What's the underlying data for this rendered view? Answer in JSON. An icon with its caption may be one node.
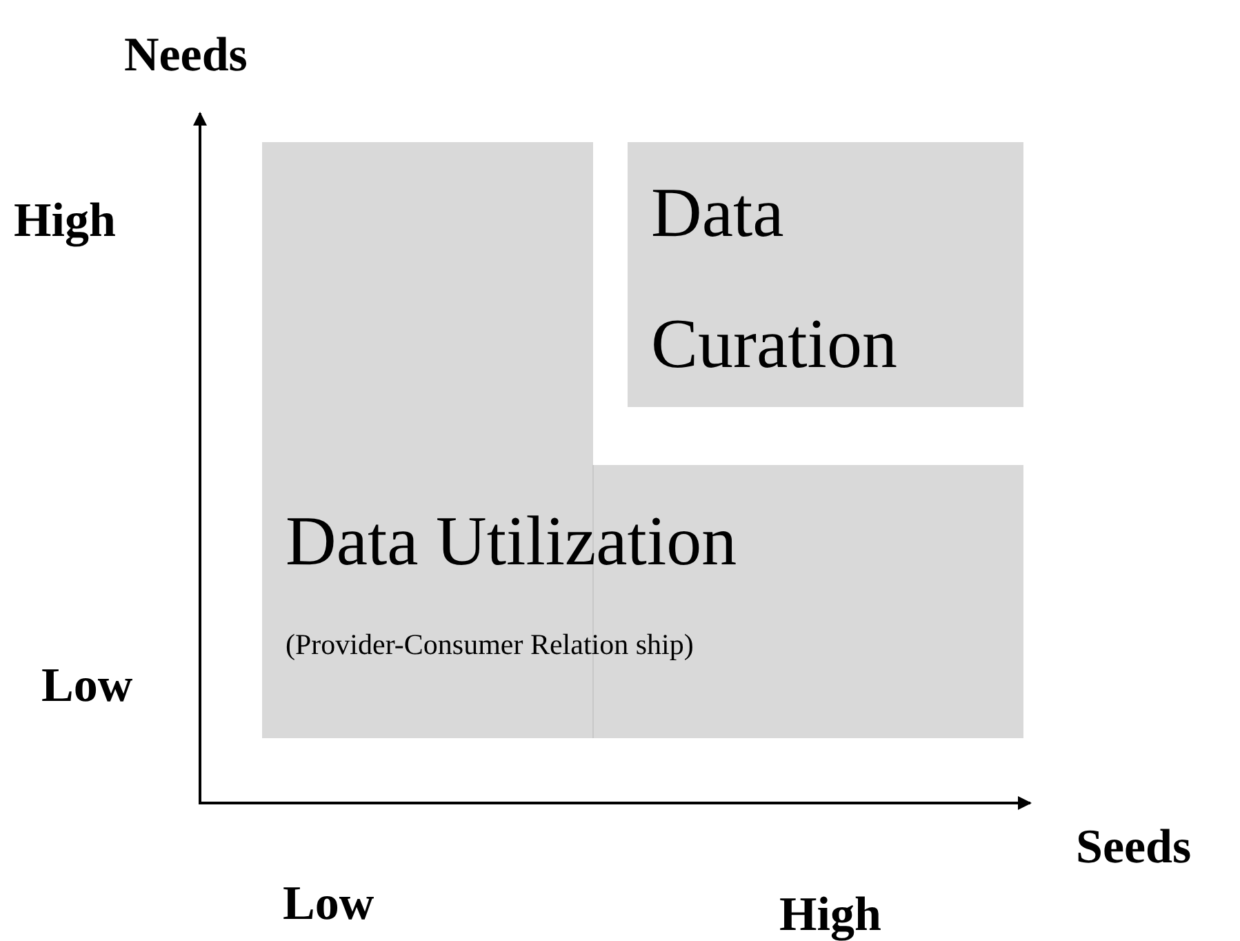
{
  "diagram": {
    "nodes": [
      {
        "text": [
          "Data Utilization",
          "(Provider-Consumer Relation ship)"
        ]
      },
      {
        "text": [
          "Data Curation"
        ]
      }
    ],
    "labels": [
      "Needs",
      "High",
      "Low",
      "Seeds",
      "Low",
      "High"
    ]
  }
}
